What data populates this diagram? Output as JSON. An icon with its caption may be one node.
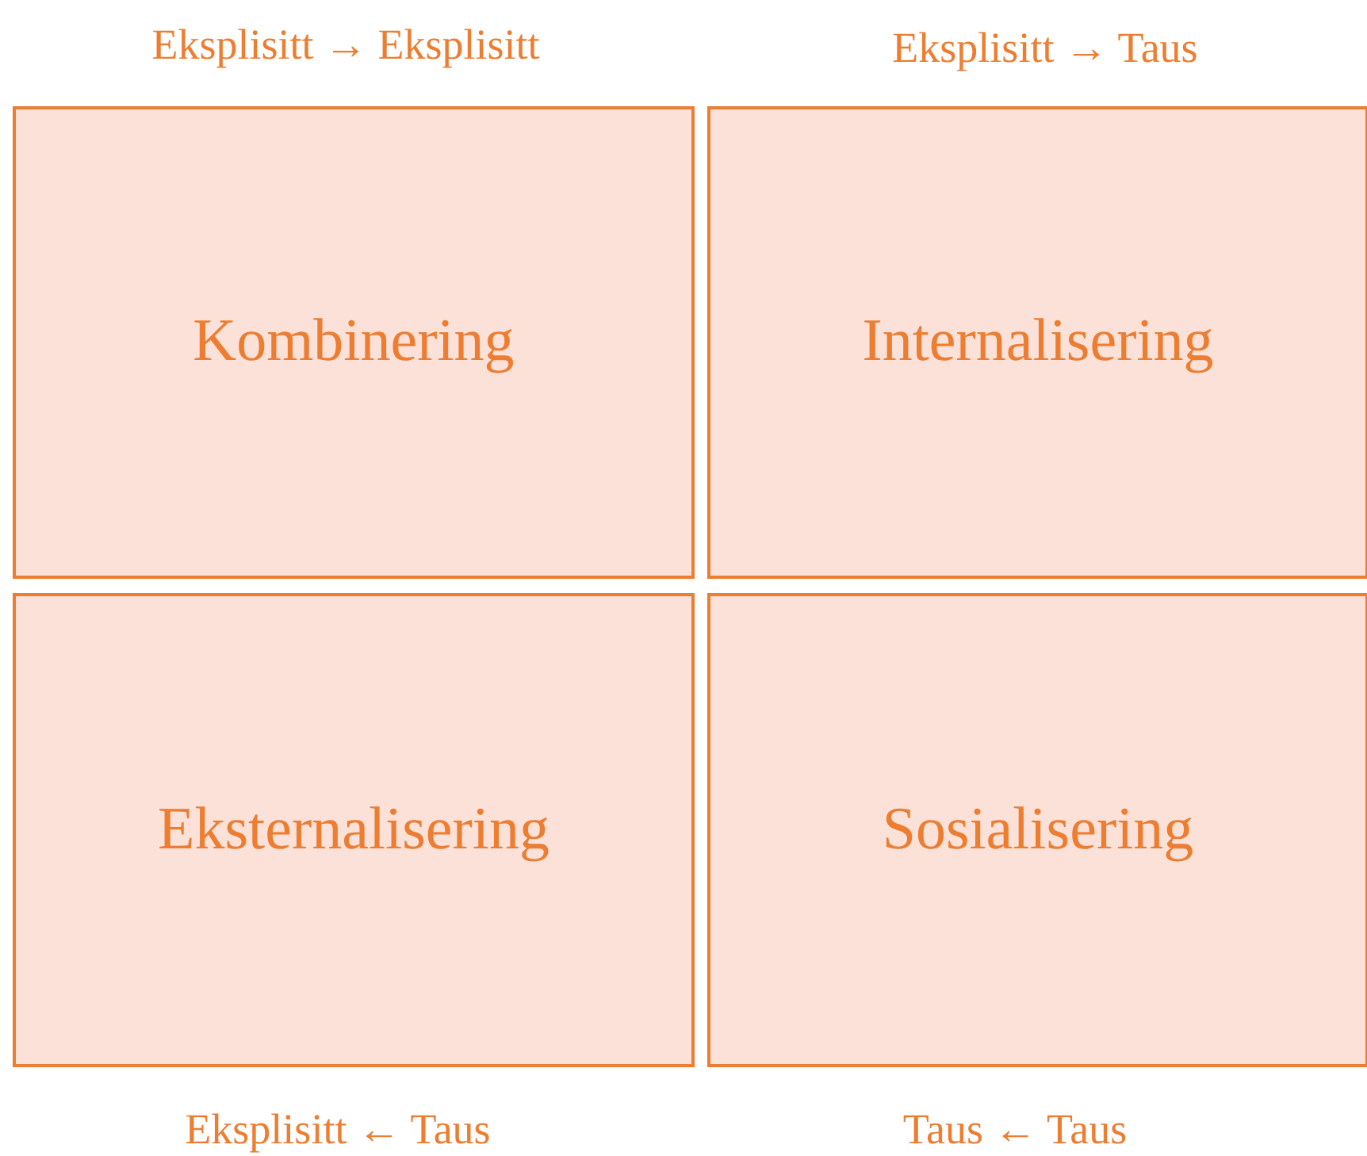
{
  "diagram": {
    "nodes": [
      {
        "text": [
          "Kombinering"
        ]
      },
      {
        "text": [
          "Internalisering"
        ]
      },
      {
        "text": [
          "Eksternalisering"
        ]
      },
      {
        "text": [
          "Sosialisering"
        ]
      }
    ],
    "labels": [
      "Eksplisitt → Eksplisitt",
      "Eksplisitt → Taus",
      "Eksplisitt ← Taus",
      "Taus ← Taus"
    ]
  }
}
